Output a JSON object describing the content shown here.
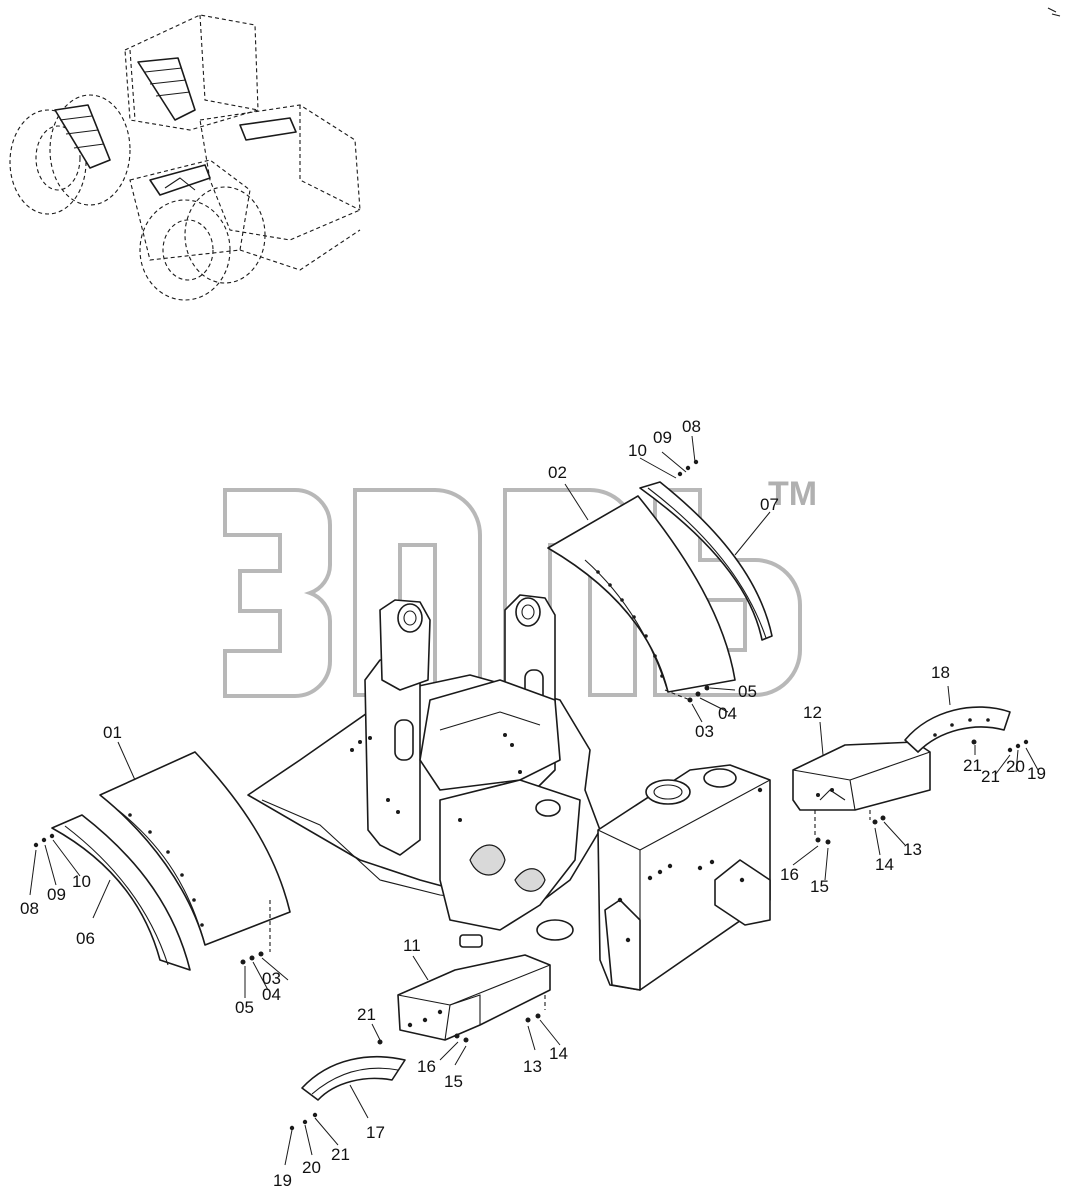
{
  "watermark": {
    "trademark": "TM"
  },
  "callouts": [
    {
      "id": "c01",
      "text": "01"
    },
    {
      "id": "c02",
      "text": "02"
    },
    {
      "id": "c03a",
      "text": "03"
    },
    {
      "id": "c04a",
      "text": "04"
    },
    {
      "id": "c05a",
      "text": "05"
    },
    {
      "id": "c03b",
      "text": "03"
    },
    {
      "id": "c04b",
      "text": "04"
    },
    {
      "id": "c05b",
      "text": "05"
    },
    {
      "id": "c06",
      "text": "06"
    },
    {
      "id": "c07",
      "text": "07"
    },
    {
      "id": "c08a",
      "text": "08"
    },
    {
      "id": "c09a",
      "text": "09"
    },
    {
      "id": "c10a",
      "text": "10"
    },
    {
      "id": "c08b",
      "text": "08"
    },
    {
      "id": "c09b",
      "text": "09"
    },
    {
      "id": "c10b",
      "text": "10"
    },
    {
      "id": "c11",
      "text": "11"
    },
    {
      "id": "c12",
      "text": "12"
    },
    {
      "id": "c13a",
      "text": "13"
    },
    {
      "id": "c14a",
      "text": "14"
    },
    {
      "id": "c13b",
      "text": "13"
    },
    {
      "id": "c14b",
      "text": "14"
    },
    {
      "id": "c15a",
      "text": "15"
    },
    {
      "id": "c16a",
      "text": "16"
    },
    {
      "id": "c15b",
      "text": "15"
    },
    {
      "id": "c16b",
      "text": "16"
    },
    {
      "id": "c17",
      "text": "17"
    },
    {
      "id": "c18",
      "text": "18"
    },
    {
      "id": "c19a",
      "text": "19"
    },
    {
      "id": "c20a",
      "text": "20"
    },
    {
      "id": "c21a",
      "text": "21"
    },
    {
      "id": "c19b",
      "text": "19"
    },
    {
      "id": "c20b",
      "text": "20"
    },
    {
      "id": "c21b",
      "text": "21"
    },
    {
      "id": "c21c",
      "text": "21"
    },
    {
      "id": "c21d",
      "text": "21"
    }
  ]
}
